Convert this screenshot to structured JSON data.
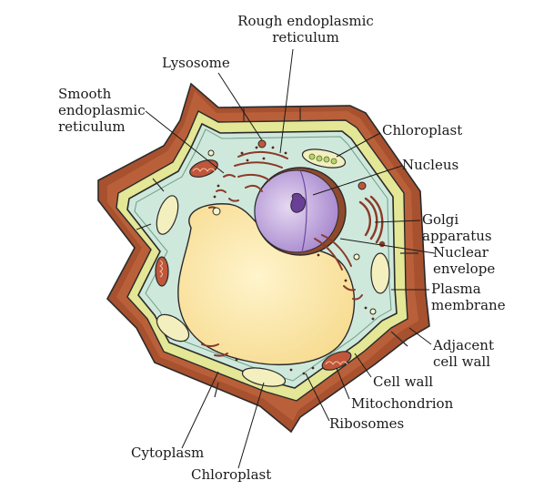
{
  "labels": {
    "rough_er": [
      "Rough endoplasmic",
      "reticulum"
    ],
    "lysosome": [
      "Lysosome"
    ],
    "smooth_er": [
      "Smooth",
      "endoplasmic",
      "reticulum"
    ],
    "chloroplast_top": [
      "Chloroplast"
    ],
    "nucleus": [
      "Nucleus"
    ],
    "golgi": [
      "Golgi",
      "apparatus"
    ],
    "nuclear_envelope": [
      "Nuclear",
      "envelope"
    ],
    "plasma_membrane": [
      "Plasma",
      "membrane"
    ],
    "adjacent_cell_wall": [
      "Adjacent",
      "cell wall"
    ],
    "cell_wall": [
      "Cell wall"
    ],
    "mitochondrion": [
      "Mitochondrion"
    ],
    "ribosomes": [
      "Ribosomes"
    ],
    "cytoplasm": [
      "Cytoplasm"
    ],
    "chloroplast_bottom": [
      "Chloroplast"
    ]
  },
  "colors": {
    "cell_wall_brown": "#9b4a2c",
    "cell_wall_light": "#c06a45",
    "wall_lining": "#e8eba0",
    "cytoplasm": "#cfe8dc",
    "vacuole": "#fbe7a8",
    "nucleus": "#c9b2e0",
    "nucleolus": "#8a5fb8",
    "mitochondrion": "#c0563a",
    "outline": "#2a2a2a"
  }
}
